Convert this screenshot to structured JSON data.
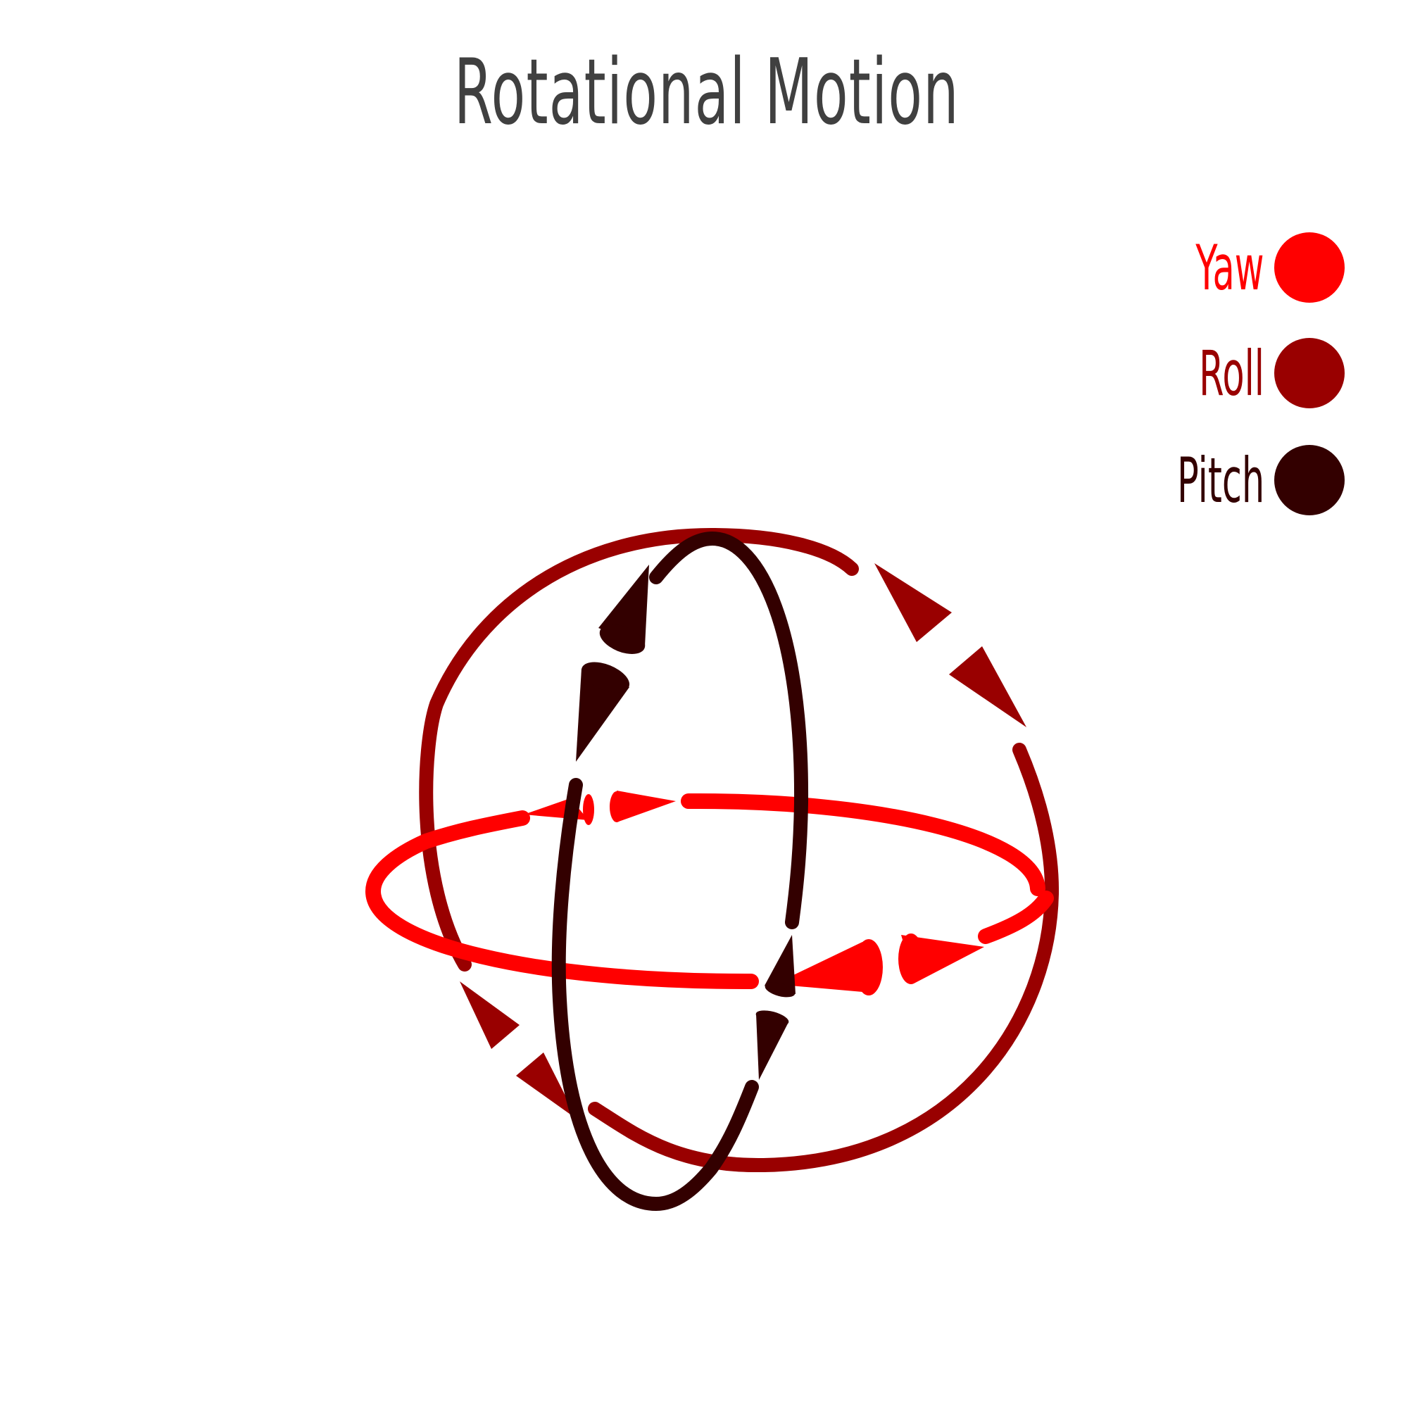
{
  "title": "Rotational Motion",
  "legend": [
    {
      "label": "Yaw",
      "color": "#ff0000"
    },
    {
      "label": "Roll",
      "color": "#990000"
    },
    {
      "label": "Pitch",
      "color": "#330000"
    }
  ],
  "colors": {
    "title": "#404040",
    "yaw": "#ff0000",
    "roll": "#990000",
    "pitch": "#330000",
    "background": "#ffffff"
  }
}
